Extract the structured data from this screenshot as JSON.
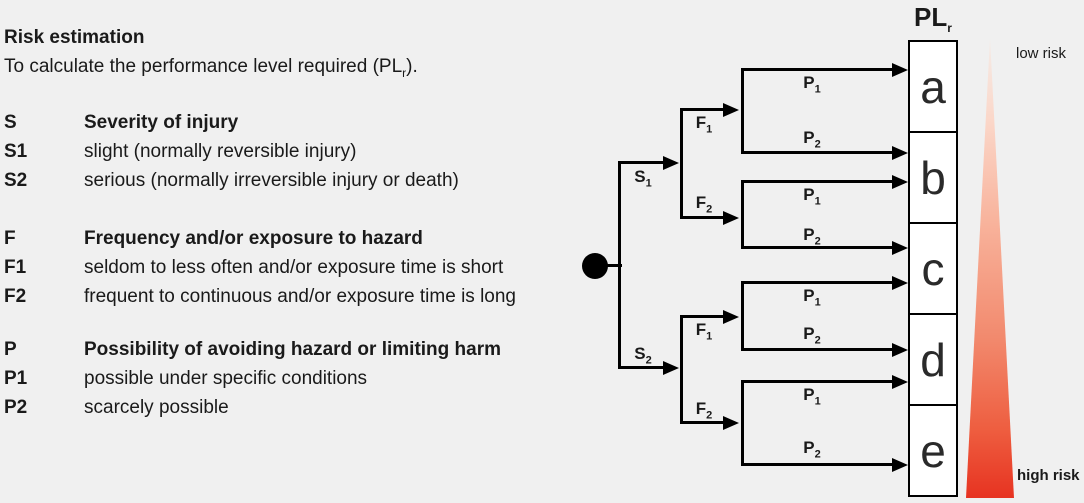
{
  "header": {
    "title": "Risk estimation",
    "subtitle_prefix": "To calculate the performance level required (PL",
    "subtitle_sub": "r",
    "subtitle_suffix": ")."
  },
  "legend": {
    "sections": [
      {
        "key": "S",
        "heading": "Severity of injury",
        "items": [
          {
            "key": "S1",
            "text": "slight (normally reversible injury)"
          },
          {
            "key": "S2",
            "text": "serious (normally irreversible injury or death)"
          }
        ]
      },
      {
        "key": "F",
        "heading": "Frequency and/or exposure to hazard",
        "items": [
          {
            "key": "F1",
            "text": "seldom to less often and/or exposure time is short"
          },
          {
            "key": "F2",
            "text": "frequent to continuous and/or exposure time is long"
          }
        ]
      },
      {
        "key": "P",
        "heading": "Possibility of avoiding hazard or limiting harm",
        "items": [
          {
            "key": "P1",
            "text": "possible under specific conditions"
          },
          {
            "key": "P2",
            "text": "scarcely possible"
          }
        ]
      }
    ]
  },
  "tree": {
    "labels": {
      "s1": {
        "base": "S",
        "sub": "1"
      },
      "s2": {
        "base": "S",
        "sub": "2"
      },
      "f1": {
        "base": "F",
        "sub": "1"
      },
      "f2": {
        "base": "F",
        "sub": "2"
      },
      "p1": {
        "base": "P",
        "sub": "1"
      },
      "p2": {
        "base": "P",
        "sub": "2"
      }
    },
    "column_header": {
      "base": "PL",
      "sub": "r"
    },
    "levels": [
      "a",
      "b",
      "c",
      "d",
      "e"
    ],
    "paths": [
      {
        "route": "S1-F1-P1",
        "pl": "a"
      },
      {
        "route": "S1-F1-P2",
        "pl": "b"
      },
      {
        "route": "S1-F2-P1",
        "pl": "b"
      },
      {
        "route": "S1-F2-P2",
        "pl": "c"
      },
      {
        "route": "S2-F1-P1",
        "pl": "c"
      },
      {
        "route": "S2-F1-P2",
        "pl": "d"
      },
      {
        "route": "S2-F2-P1",
        "pl": "d"
      },
      {
        "route": "S2-F2-P2",
        "pl": "e"
      }
    ]
  },
  "risk_scale": {
    "low_label": "low risk",
    "high_label": "high risk",
    "gradient_top": "#f7dccf",
    "gradient_bottom": "#e73321"
  },
  "colors": {
    "background": "#f0f0f0",
    "line": "#000000",
    "box_fill": "#ffffff",
    "text": "#1a1a1a"
  }
}
